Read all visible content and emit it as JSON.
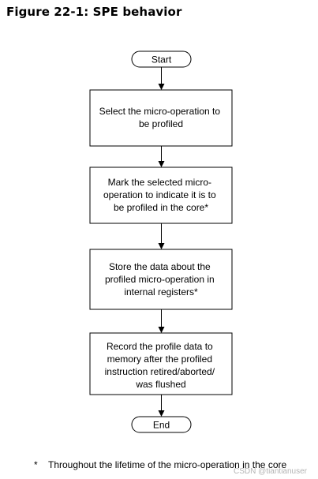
{
  "figure": {
    "title": "Figure 22-1: SPE behavior"
  },
  "flow": {
    "start": "Start",
    "steps": [
      {
        "lines": [
          "Select the micro-operation to",
          "be profiled"
        ]
      },
      {
        "lines": [
          "Mark the selected micro-",
          "operation to indicate it is to",
          "be profiled in the core*"
        ]
      },
      {
        "lines": [
          "Store the data about the",
          "profiled micro-operation in",
          "internal registers*"
        ]
      },
      {
        "lines": [
          "Record the profile data to",
          "memory after the profiled",
          "instruction retired/aborted/",
          "was flushed"
        ]
      }
    ],
    "end": "End"
  },
  "footnote": {
    "marker": "*",
    "text": "Throughout the lifetime of the micro-operation in the core"
  },
  "watermark": "CSDN @tiantianuser"
}
